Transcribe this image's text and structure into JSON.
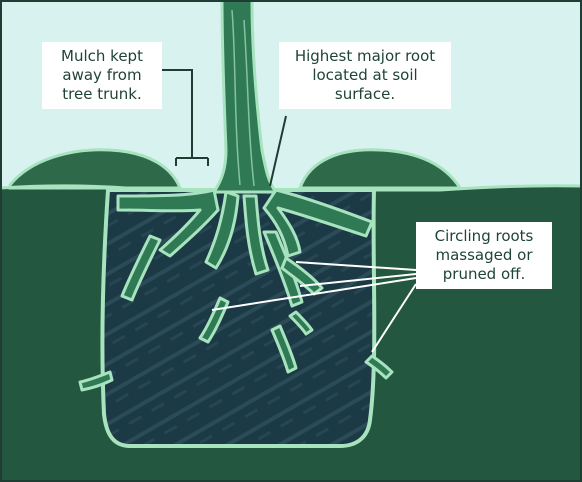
{
  "colors": {
    "sky": "#d8f2f0",
    "ground": "#23573f",
    "soil": "#1c3a45",
    "soil_stripe": "#2d4f5b",
    "mulch": "#2e6a4a",
    "root_fill": "#2f7a55",
    "outline": "#a8e3bf",
    "frame": "#1e3e33",
    "leader": "#ffffff"
  },
  "labels": {
    "mulch": [
      "Mulch kept",
      "away from",
      "tree trunk."
    ],
    "highest_root": [
      "Highest major root",
      "located at soil",
      "surface."
    ],
    "circling_roots": [
      "Circling roots",
      "massaged or",
      "pruned off."
    ]
  }
}
